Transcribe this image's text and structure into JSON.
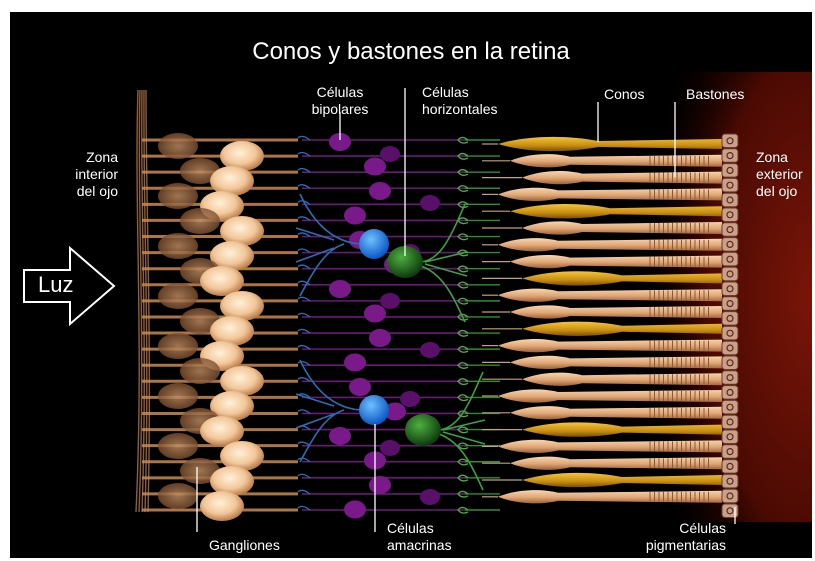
{
  "title": "Conos y bastones en la retina",
  "labels": {
    "zona_interior": "Zona\ninterior\ndel ojo",
    "zona_exterior": "Zona\nexterior\ndel ojo",
    "luz": "Luz",
    "celulas_bipolares": "Células\nbipolares",
    "celulas_horizontales": "Células\nhorizontales",
    "conos": "Conos",
    "bastones": "Bastones",
    "gangliones": "Gangliones",
    "celulas_amacrinas": "Células\namacrinas",
    "celulas_pigmentarias": "Células\npigmentarias"
  },
  "colors": {
    "background": "#000000",
    "ganglion": "#f2c79a",
    "bipolar": "#7a1a8a",
    "horizontal": "#2f8f2f",
    "amacrine": "#1f7fe0",
    "cone": "#d9a21a",
    "rod": "#e8b98e",
    "pigment_layer": "#6b1206"
  }
}
